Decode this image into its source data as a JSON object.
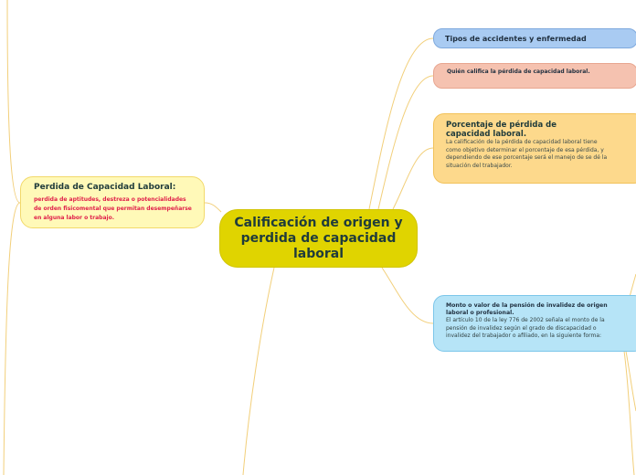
{
  "central": {
    "title": "Calificación de origen y perdida de capacidad laboral"
  },
  "left_topic": {
    "title": "Perdida de Capacidad Laboral:",
    "description": "perdida de aptitudes, destreza o potencialidades de orden fisicomental que permitan desempeñarse en alguna labor o trabajo."
  },
  "right_topics": [
    {
      "title": "Tipos de accidentes y enfermedad"
    },
    {
      "title": "Quién califica la pérdida de capacidad laboral."
    },
    {
      "title": "Porcentaje de pérdida de capacidad laboral.",
      "description": "La calificación de la pérdida de capacidad laboral tiene como objetivo determinar el porcentaje de esa pérdida, y dependiendo de ese porcentaje será el manejo de se dé la situación del trabajador."
    },
    {
      "title": "Monto o valor de la pensión de invalidez de origen laboral o profesional.",
      "description": "El artículo 10 de la ley 776 de 2002 señala el monto de la pensión de invalidez según el grado de discapacidad o invalidez del trabajador o afiliado, en la siguiente forma:"
    }
  ],
  "colors": {
    "central": "#e0d400",
    "left_topic": "#fff9b8",
    "left_description_text": "#e0204a",
    "topic_1": "#a9cbf2",
    "topic_2": "#f5c2b0",
    "topic_3": "#fdd98c",
    "topic_4": "#b6e4f7",
    "connector": "#f2cf7a"
  }
}
